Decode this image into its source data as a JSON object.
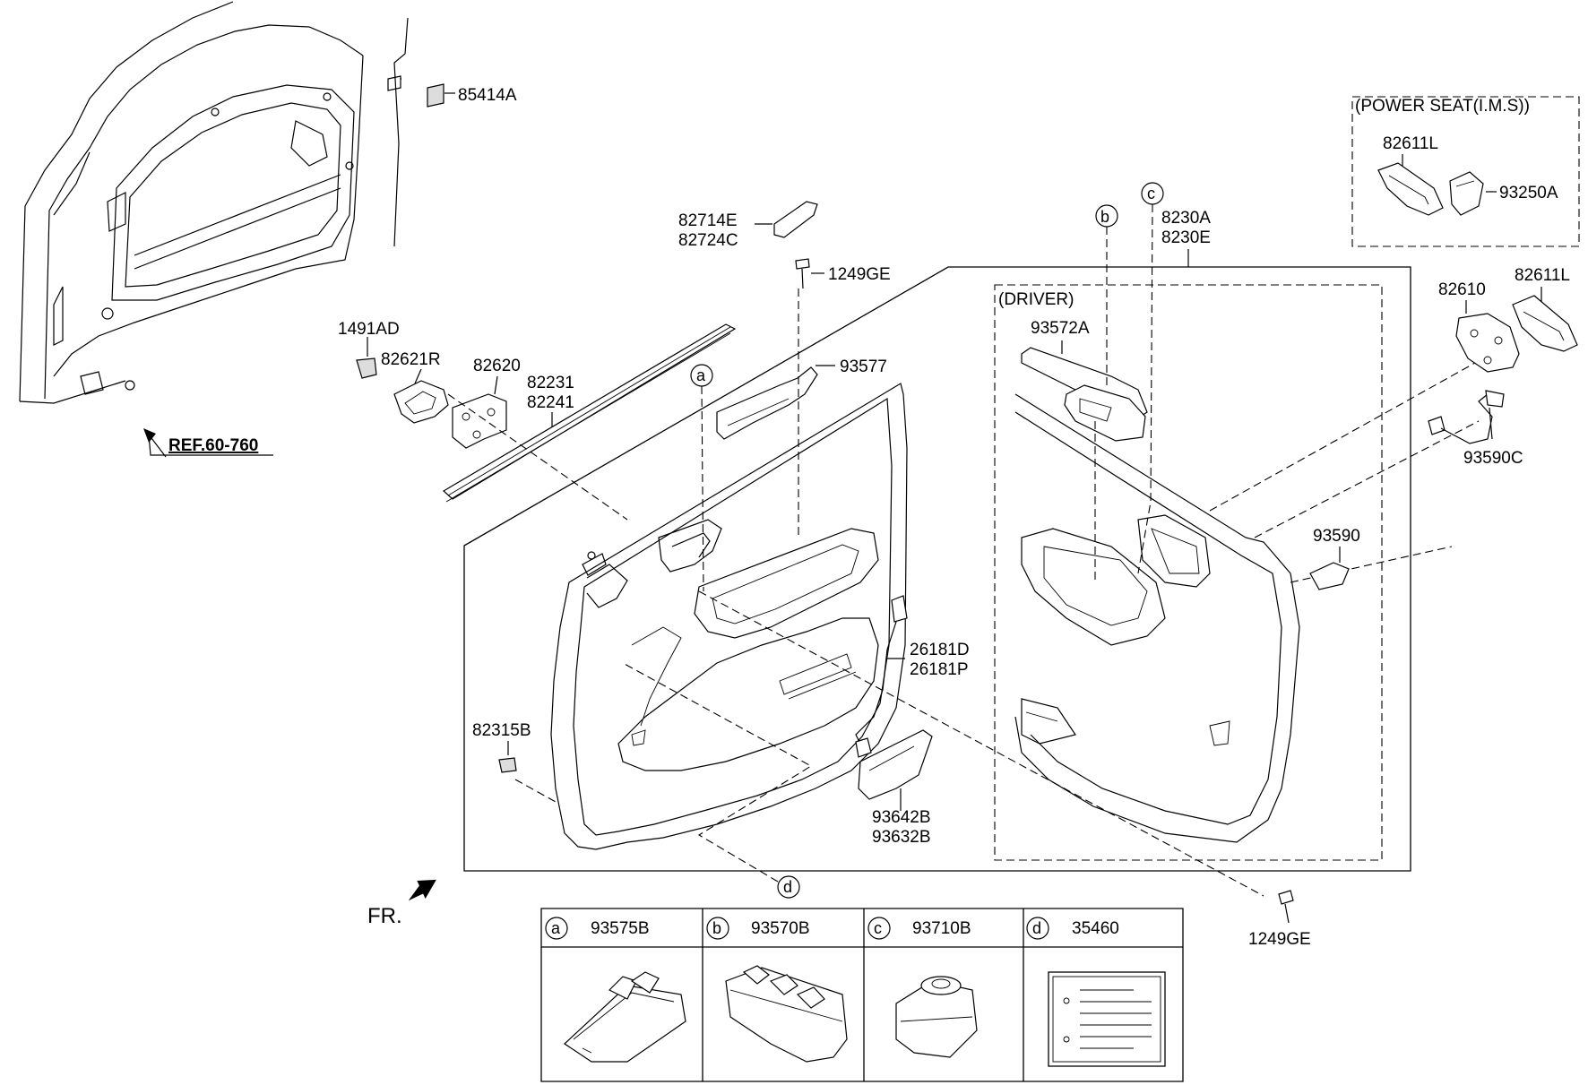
{
  "labels": {
    "p85414A": "85414A",
    "p1491AD": "1491AD",
    "p82621R": "82621R",
    "p82620": "82620",
    "p82231": "82231",
    "p82241": "82241",
    "p82714E": "82714E",
    "p82724C": "82724C",
    "p1249GE_top": "1249GE",
    "p93577": "93577",
    "p26181D": "26181D",
    "p26181P": "26181P",
    "p82315B": "82315B",
    "p93642B": "93642B",
    "p93632B": "93632B",
    "p8230A": "8230A",
    "p8230E": "8230E",
    "p93572A": "93572A",
    "p82610": "82610",
    "p82611L_right": "82611L",
    "p93590C": "93590C",
    "p93590": "93590",
    "p1249GE_bottom": "1249GE",
    "p82611L_box": "82611L",
    "p93250A": "93250A"
  },
  "ref_label": "REF.60-760",
  "front_label": "FR.",
  "power_seat_title": "(POWER SEAT(I.M.S))",
  "driver_title": "(DRIVER)",
  "callouts": {
    "a": "a",
    "b": "b",
    "c": "c",
    "d": "d"
  },
  "legend": [
    {
      "letter": "a",
      "part": "93575B",
      "icon": "window-switch-icon"
    },
    {
      "letter": "b",
      "part": "93570B",
      "icon": "master-window-switch-icon"
    },
    {
      "letter": "c",
      "part": "93710B",
      "icon": "mirror-switch-icon"
    },
    {
      "letter": "d",
      "part": "35460",
      "icon": "label-sheet-icon"
    }
  ]
}
